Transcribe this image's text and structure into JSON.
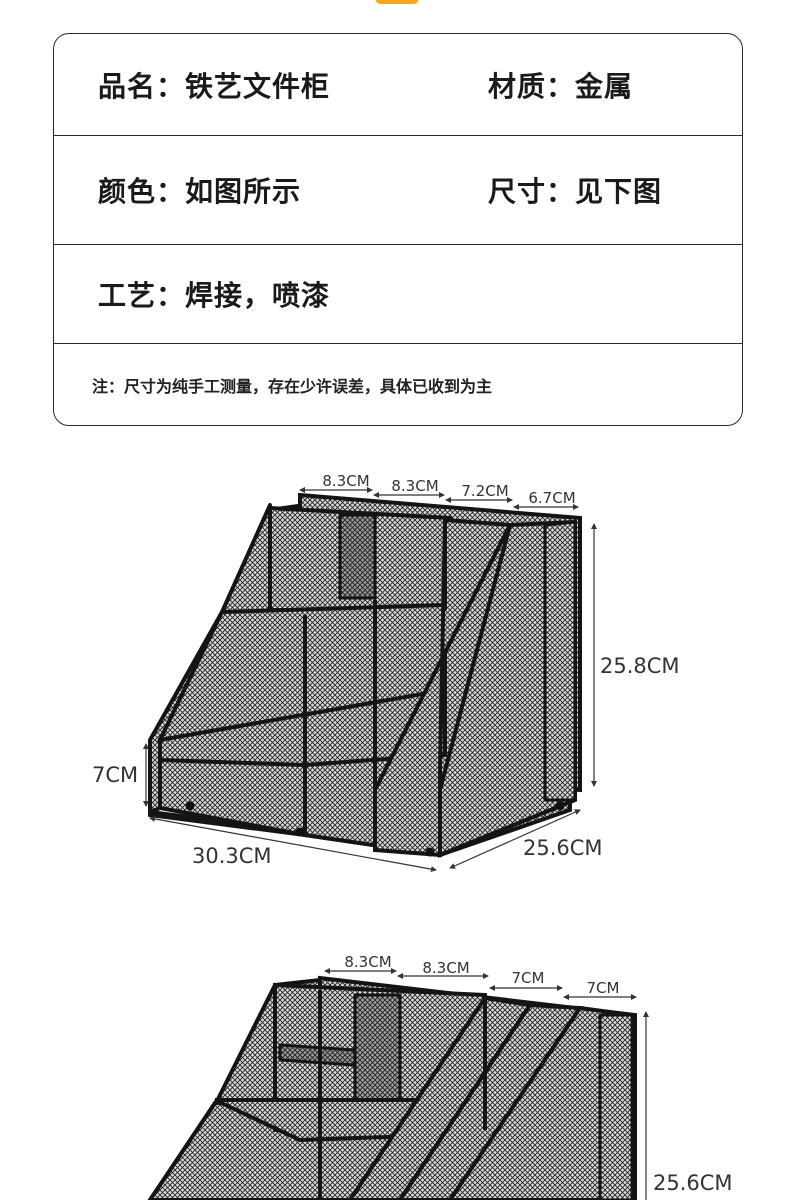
{
  "specs": {
    "name": "品名：铁艺文件柜",
    "material": "材质：金属",
    "color": "颜色：如图所示",
    "size": "尺寸：见下图",
    "craft": "工艺：焊接，喷漆",
    "note": "注：尺寸为纯手工测量，存在少许误差，具体已收到为主"
  },
  "product1": {
    "top_widths": [
      "8.3CM",
      "8.3CM",
      "7.2CM",
      "6.7CM"
    ],
    "height": "25.8CM",
    "shelf_height": "7CM",
    "width": "30.3CM",
    "depth": "25.6CM"
  },
  "product2": {
    "top_widths": [
      "8.3CM",
      "8.3CM",
      "7CM",
      "7CM"
    ],
    "height": "25.6CM"
  },
  "colors": {
    "accent": "#f5a623",
    "border": "#2a2a2a",
    "product": "#141414"
  }
}
